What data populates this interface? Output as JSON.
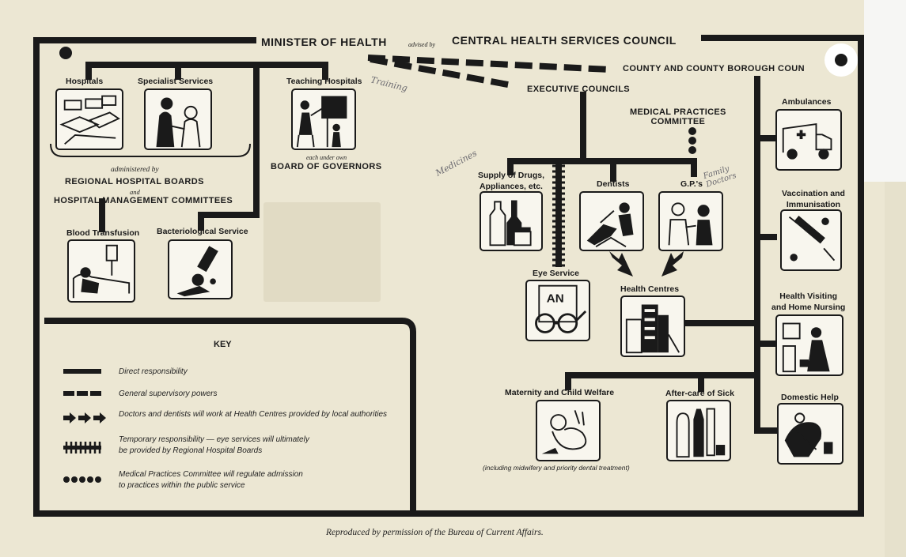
{
  "header": {
    "minister": "MINISTER OF HEALTH",
    "advised_by": "advised by",
    "council": "CENTRAL HEALTH SERVICES COUNCIL"
  },
  "branches": {
    "county": "COUNTY AND COUNTY BOROUGH COUN",
    "executive": "EXECUTIVE COUNCILS",
    "medical_practices": "MEDICAL PRACTICES\nCOMMITTEE"
  },
  "hospital_group": {
    "hospitals": "Hospitals",
    "specialist": "Specialist Services",
    "administered_by": "administered by",
    "boards": "REGIONAL HOSPITAL BOARDS",
    "and": "and",
    "committees": "HOSPITAL MANAGEMENT COMMITTEES",
    "blood": "Blood Transfusion",
    "bacterio": "Bacteriological Service"
  },
  "teaching": {
    "title": "Teaching Hospitals",
    "each_under": "each under own",
    "governors": "BOARD OF GOVERNORS"
  },
  "executive_services": {
    "drugs": "Supply of Drugs,\nAppliances, etc.",
    "dentists": "Dentists",
    "gps": "G.P.'s",
    "eye": "Eye Service",
    "health_centres": "Health Centres",
    "eye_chart": "AN"
  },
  "county_services": {
    "ambulances": "Ambulances",
    "vaccination": "Vaccination and\nImmunisation",
    "health_visiting": "Health Visiting\nand Home Nursing",
    "domestic": "Domestic Help",
    "maternity": "Maternity and Child Welfare",
    "aftercare": "After-care of Sick",
    "maternity_note": "(including midwifery and priority dental treatment)"
  },
  "key": {
    "title": "KEY",
    "items": [
      {
        "style": "solid",
        "text": "Direct responsibility"
      },
      {
        "style": "dashed",
        "text": "General supervisory powers"
      },
      {
        "style": "arrows",
        "text": "Doctors and dentists will work at Health Centres provided by local authorities"
      },
      {
        "style": "hatched",
        "text": "Temporary responsibility — eye services will ultimately\nbe provided by Regional Hospital Boards"
      },
      {
        "style": "dotted",
        "text": "Medical Practices Committee will regulate admission\nto practices within the public service"
      }
    ]
  },
  "footer": "Reproduced by permission of the Bureau of Current Affairs.",
  "handwriting": {
    "training": "Training",
    "medicines": "Medicines",
    "family_doctors": "Family\nDoctors"
  },
  "colors": {
    "paper": "#ece7d3",
    "ink": "#1a1a1a",
    "pencil": "#6b6a70",
    "backdrop": "#2a2622"
  }
}
